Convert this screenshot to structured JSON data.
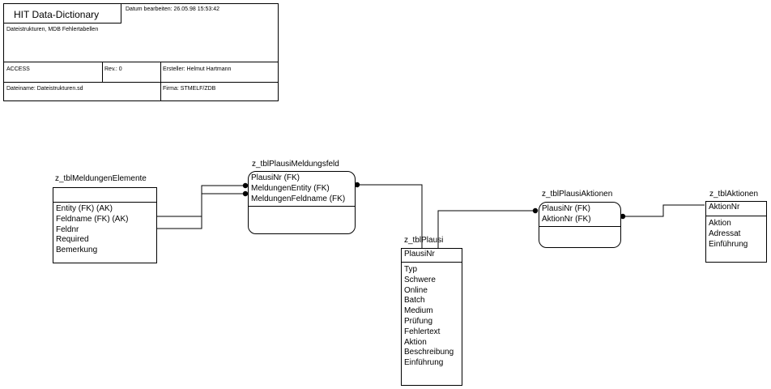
{
  "title_block": {
    "app_title": "HIT Data-Dictionary",
    "date_edited": "Datum bearbeiten: 26.05.98 15:53:42",
    "description": "Dateistrukturen, MDB Fehlertabellen",
    "database": "ACCESS",
    "revision": "Rev.: 0",
    "author": "Ersteller: Helmut Hartmann",
    "filename": "Dateiname: Dateistrukturen.sd",
    "company": "Firma: STMELF/ZDB"
  },
  "entities": {
    "meldungen_elemente": {
      "name": "z_tblMeldungenElemente",
      "keys": [],
      "attributes": [
        "Entity (FK) (AK)",
        "Feldname (FK) (AK)",
        "Feldnr",
        "Required",
        "Bemerkung"
      ]
    },
    "plausi_meldungsfeld": {
      "name": "z_tblPlausiMeldungsfeld",
      "keys": [
        "PlausiNr (FK)",
        "MeldungenEntity (FK)",
        "MeldungenFeldname (FK)"
      ],
      "attributes": []
    },
    "plausi": {
      "name": "z_tblPlausi",
      "keys": [
        "PlausiNr"
      ],
      "attributes": [
        "Typ",
        "Schwere",
        "Online",
        "Batch",
        "Medium",
        "Prüfung",
        "Fehlertext",
        "Aktion",
        "Beschreibung",
        "Einführung"
      ]
    },
    "plausi_aktionen": {
      "name": "z_tblPlausiAktionen",
      "keys": [
        "PlausiNr (FK)",
        "AktionNr (FK)"
      ],
      "attributes": []
    },
    "aktionen": {
      "name": "z_tblAktionen",
      "keys": [
        "AktionNr"
      ],
      "attributes": [
        "Aktion",
        "Adressat",
        "Einführung"
      ]
    }
  }
}
